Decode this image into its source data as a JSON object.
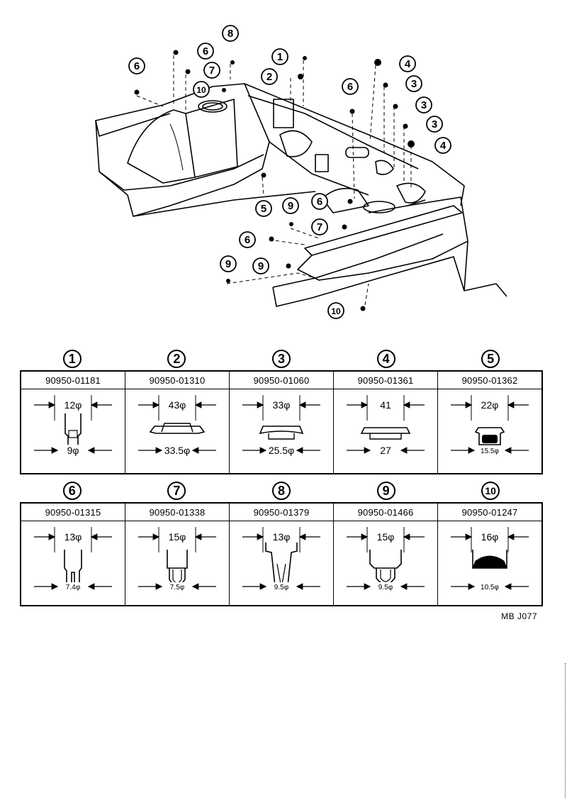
{
  "diagram": {
    "callouts": [
      {
        "num": "8"
      },
      {
        "num": "6"
      },
      {
        "num": "6"
      },
      {
        "num": "7"
      },
      {
        "num": "10"
      },
      {
        "num": "1"
      },
      {
        "num": "2"
      },
      {
        "num": "4"
      },
      {
        "num": "6"
      },
      {
        "num": "3"
      },
      {
        "num": "3"
      },
      {
        "num": "3"
      },
      {
        "num": "4"
      },
      {
        "num": "6"
      },
      {
        "num": "5"
      },
      {
        "num": "9"
      },
      {
        "num": "7"
      },
      {
        "num": "6"
      },
      {
        "num": "9"
      },
      {
        "num": "9"
      },
      {
        "num": "10"
      }
    ]
  },
  "parts_row1": [
    {
      "num": "1",
      "part_no": "90950-01181",
      "top_dim": "12φ",
      "bottom_dim": "9φ"
    },
    {
      "num": "2",
      "part_no": "90950-01310",
      "top_dim": "43φ",
      "bottom_dim": "33.5φ"
    },
    {
      "num": "3",
      "part_no": "90950-01060",
      "top_dim": "33φ",
      "bottom_dim": "25.5φ"
    },
    {
      "num": "4",
      "part_no": "90950-01361",
      "top_dim": "41",
      "bottom_dim": "27"
    },
    {
      "num": "5",
      "part_no": "90950-01362",
      "top_dim": "22φ",
      "bottom_dim": "15.5φ"
    }
  ],
  "parts_row2": [
    {
      "num": "6",
      "part_no": "90950-01315",
      "top_dim": "13φ",
      "bottom_dim": "7.4φ"
    },
    {
      "num": "7",
      "part_no": "90950-01338",
      "top_dim": "15φ",
      "bottom_dim": "7.5φ"
    },
    {
      "num": "8",
      "part_no": "90950-01379",
      "top_dim": "13φ",
      "bottom_dim": "9.5φ"
    },
    {
      "num": "9",
      "part_no": "90950-01466",
      "top_dim": "15φ",
      "bottom_dim": "9.5φ"
    },
    {
      "num": "10",
      "part_no": "90950-01247",
      "top_dim": "16φ",
      "bottom_dim": "10.5φ"
    }
  ],
  "footer": {
    "code": "MB J077"
  }
}
